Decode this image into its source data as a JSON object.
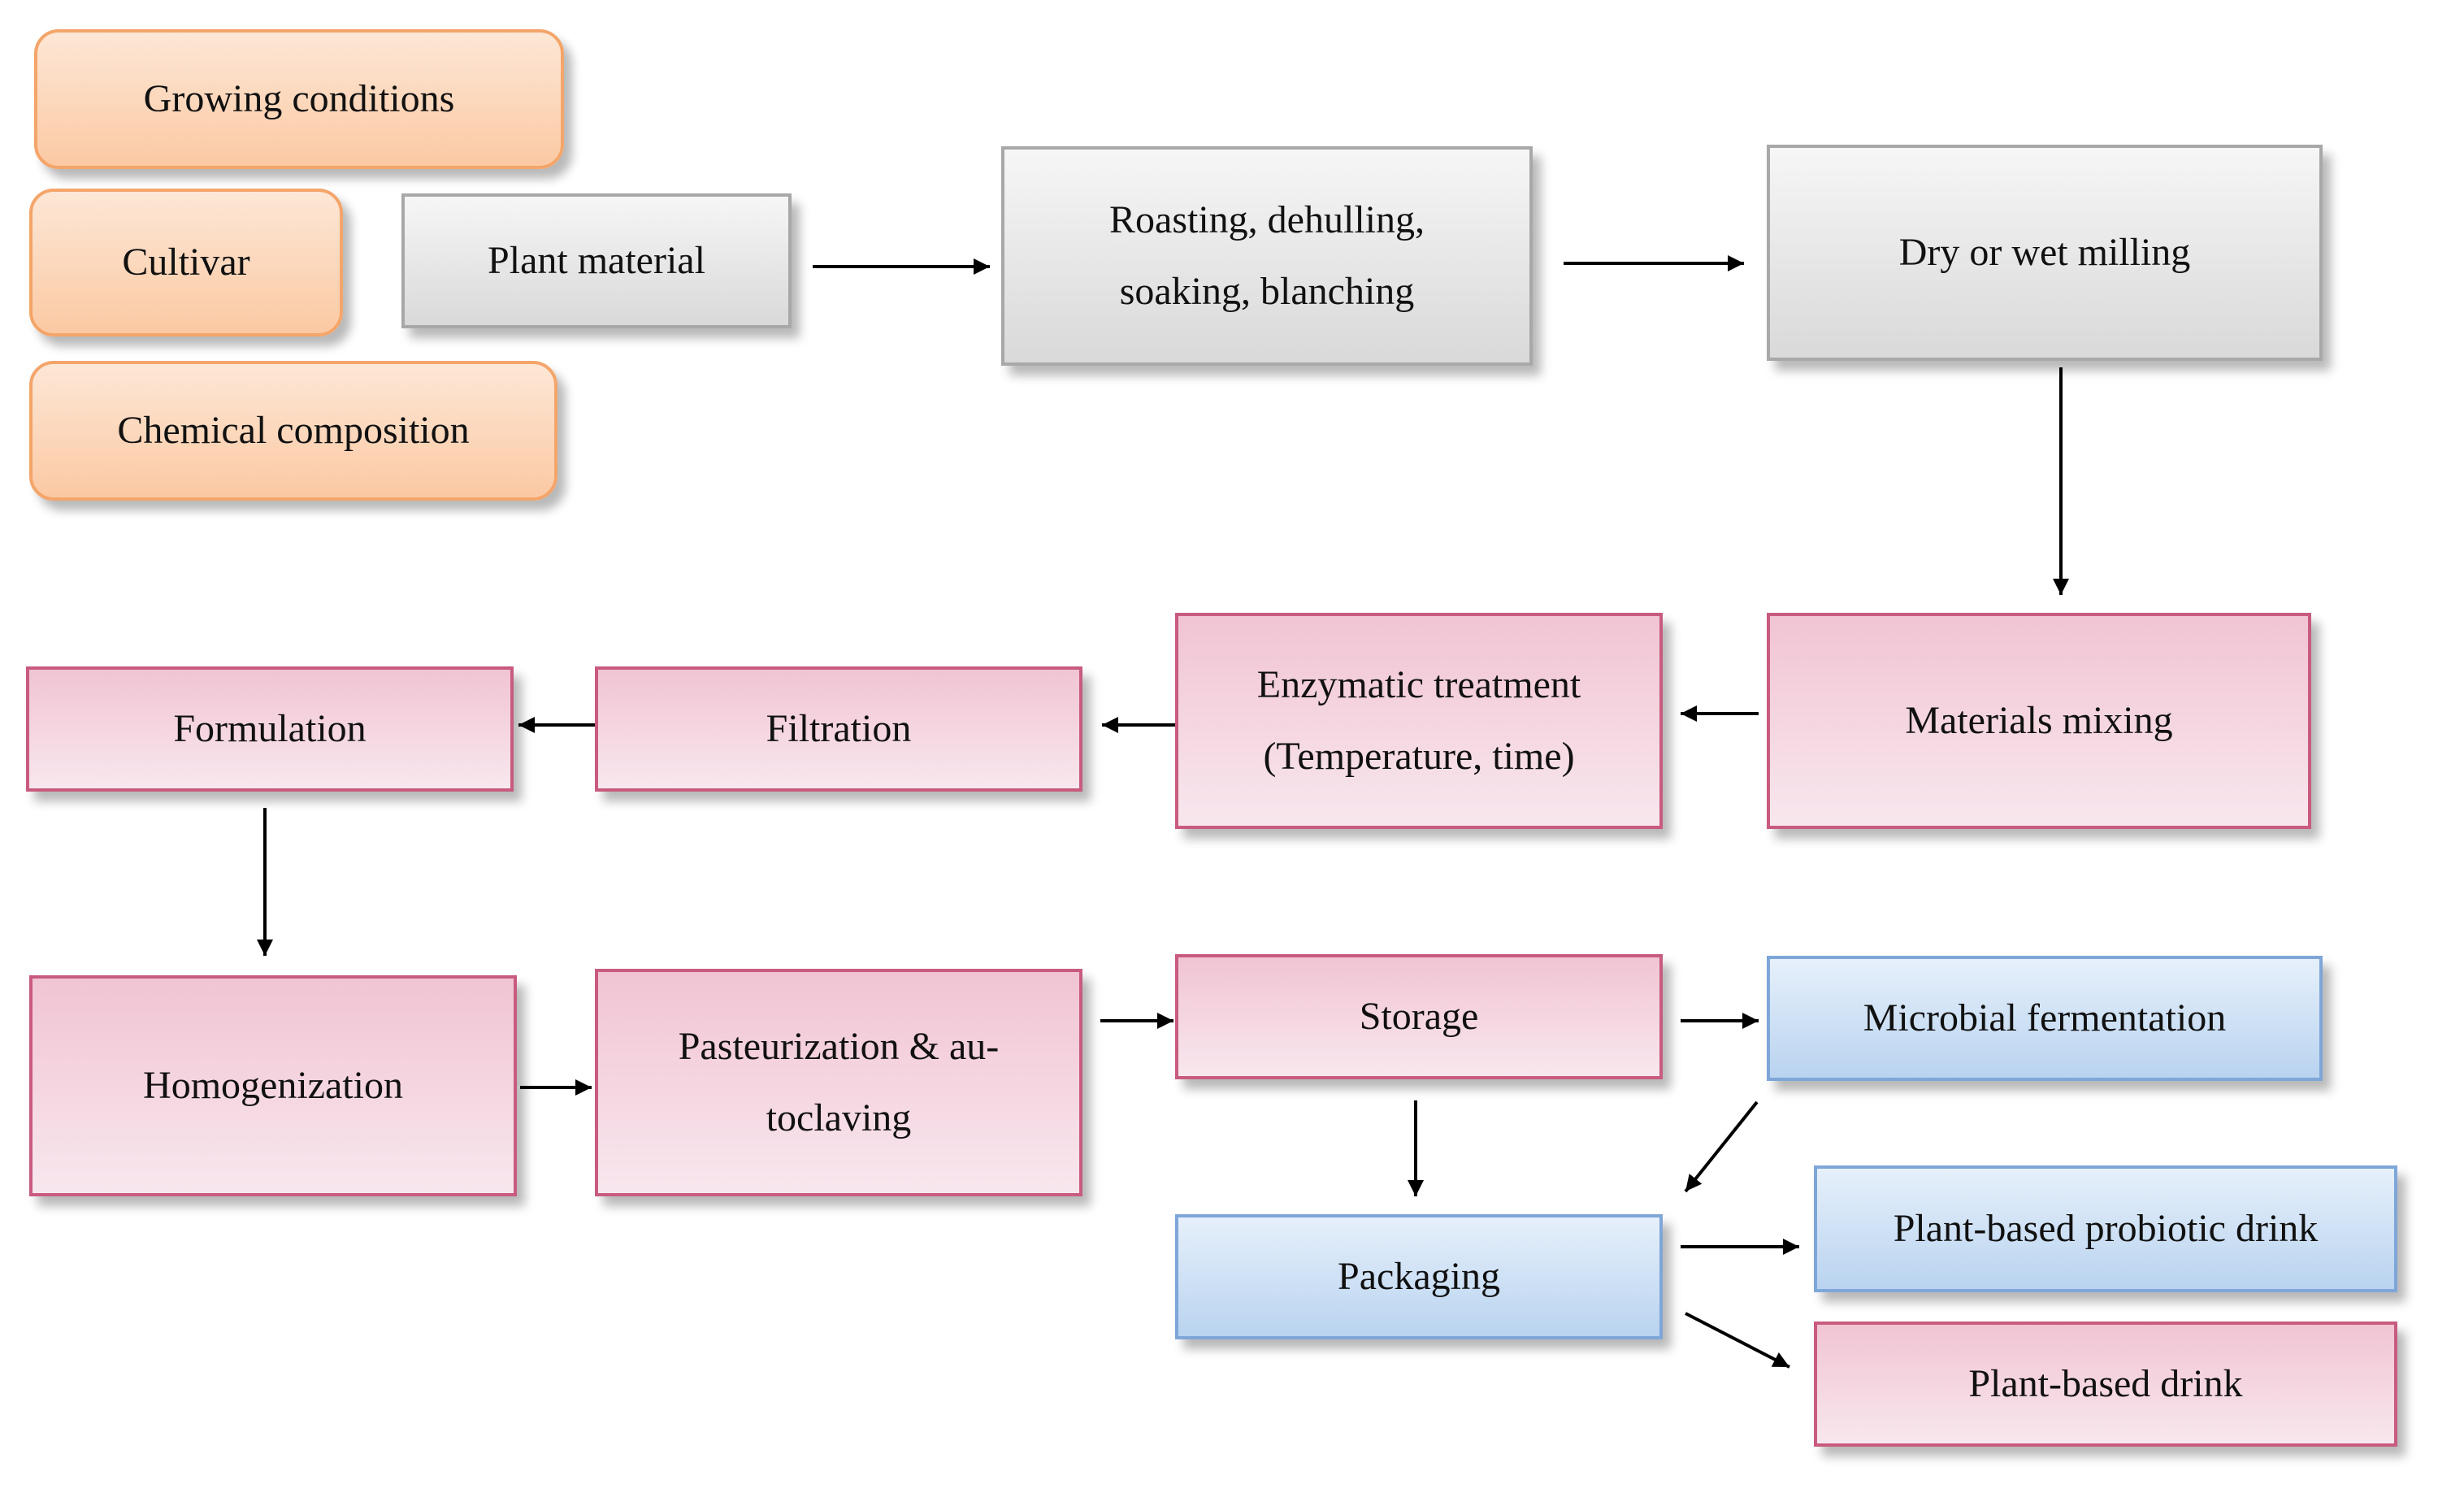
{
  "nodes": {
    "growing_conditions": "Growing conditions",
    "cultivar": "Cultivar",
    "chemical_composition": "Chemical composition",
    "plant_material": "Plant material",
    "roasting_line1": "Roasting, dehulling,",
    "roasting_line2": "soaking, blanching",
    "milling": "Dry or wet milling",
    "materials_mixing": "Materials mixing",
    "enzymatic_line1": "Enzymatic treatment",
    "enzymatic_line2": "(Temperature, time)",
    "filtration": "Filtration",
    "formulation": "Formulation",
    "homogenization": "Homogenization",
    "pasteurization_line1": "Pasteurization & au-",
    "pasteurization_line2": "toclaving",
    "storage": "Storage",
    "microbial_fermentation": "Microbial fermentation",
    "packaging": "Packaging",
    "probiotic_drink": "Plant-based probiotic drink",
    "plant_drink": "Plant-based drink"
  },
  "colors": {
    "orange_fill": "#fbc9a3",
    "orange_border": "#f4a56a",
    "gray_fill": "#d9d9d9",
    "gray_border": "#a8a8a8",
    "pink_fill": "#f1c4d3",
    "pink_border": "#c85b7e",
    "blue_fill": "#b9d3ef",
    "blue_border": "#7ea6d8",
    "arrow": "#000000"
  }
}
